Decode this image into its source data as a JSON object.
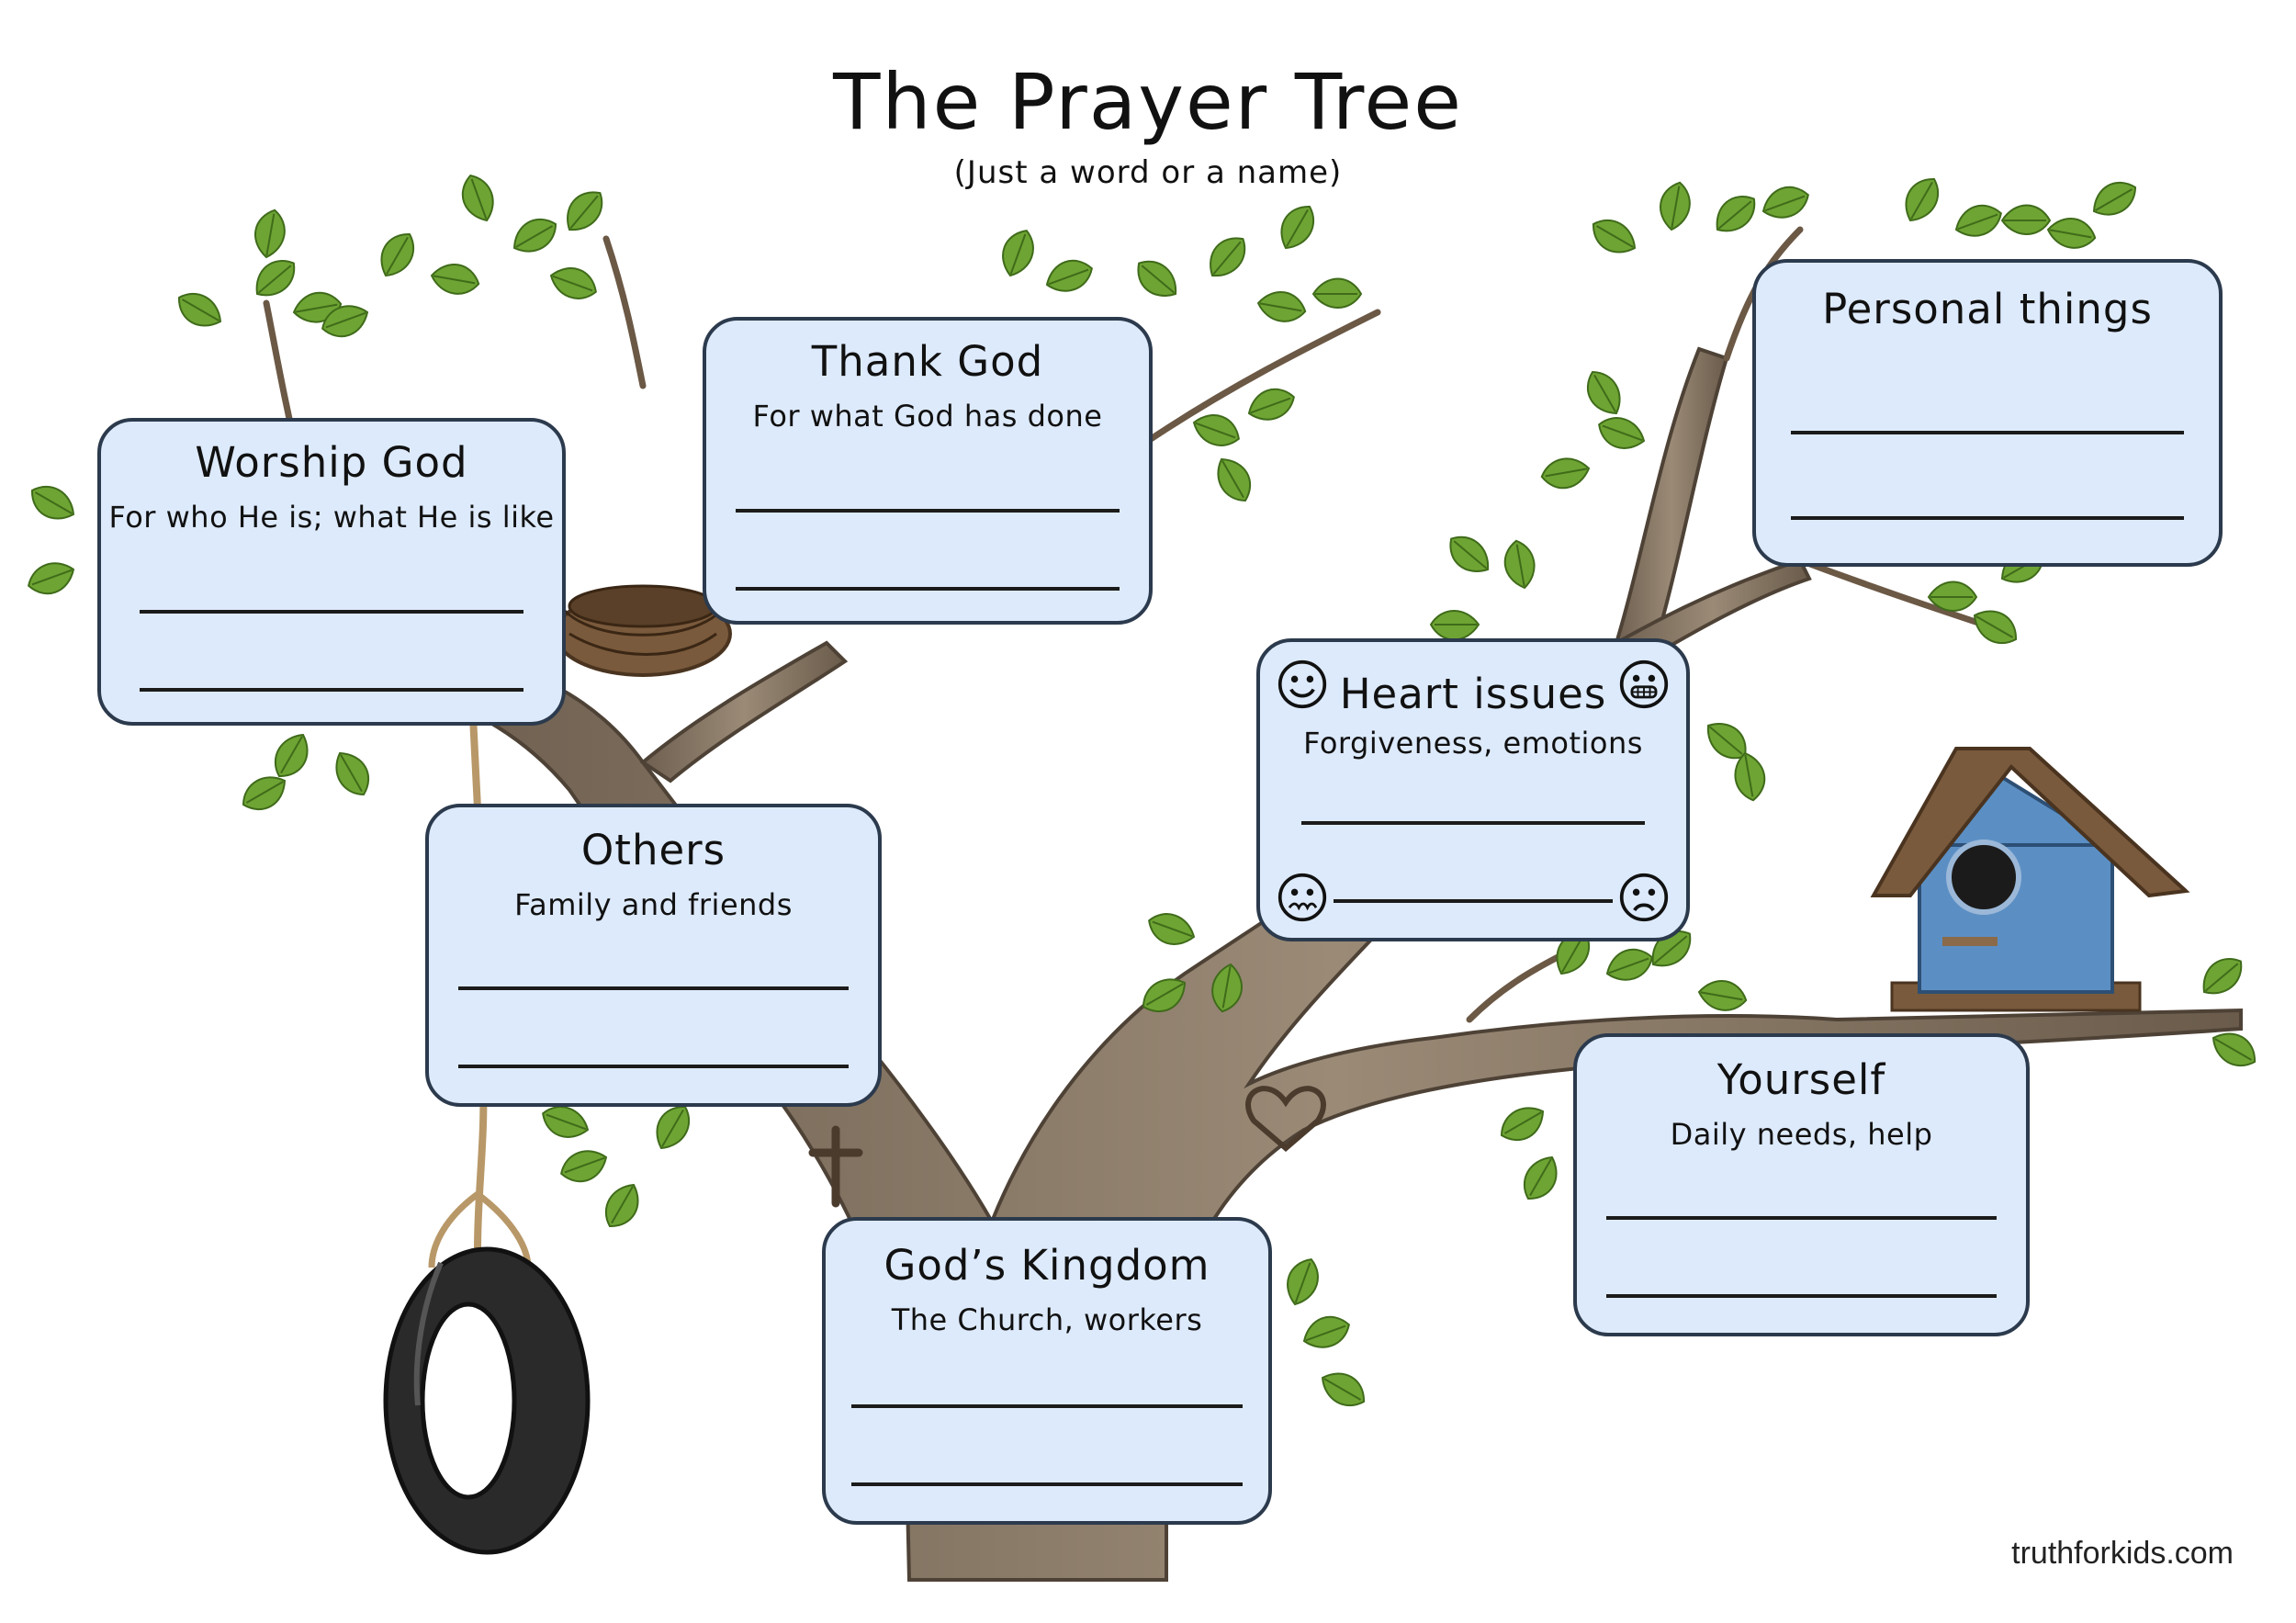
{
  "header": {
    "title": "The Prayer Tree",
    "subtitle": "(Just a word or a name)"
  },
  "cards": {
    "worship": {
      "heading": "Worship God",
      "subheading": "For who He is; what He is like"
    },
    "thank": {
      "heading": "Thank God",
      "subheading": "For what God has done"
    },
    "personal": {
      "heading": "Personal things"
    },
    "heart": {
      "heading": "Heart issues",
      "subheading": "Forgiveness, emotions"
    },
    "others": {
      "heading": "Others",
      "subheading": "Family and friends"
    },
    "yourself": {
      "heading": "Yourself",
      "subheading": "Daily needs, help"
    },
    "kingdom": {
      "heading": "God’s Kingdom",
      "subheading": "The Church, workers"
    }
  },
  "footer": {
    "site": "truthforkids.com"
  },
  "colors": {
    "card_fill": "#ddeafc",
    "card_border": "#2c3a4d",
    "bark": "#8a7a68",
    "leaf": "#6c9a2e",
    "birdhouse_blue": "#5b8fc4",
    "roof": "#7a5a3c"
  },
  "icons": [
    "smiley-face-icon",
    "grimace-face-icon",
    "worried-face-icon",
    "sad-face-icon",
    "cross-carving-icon",
    "heart-carving-icon"
  ]
}
